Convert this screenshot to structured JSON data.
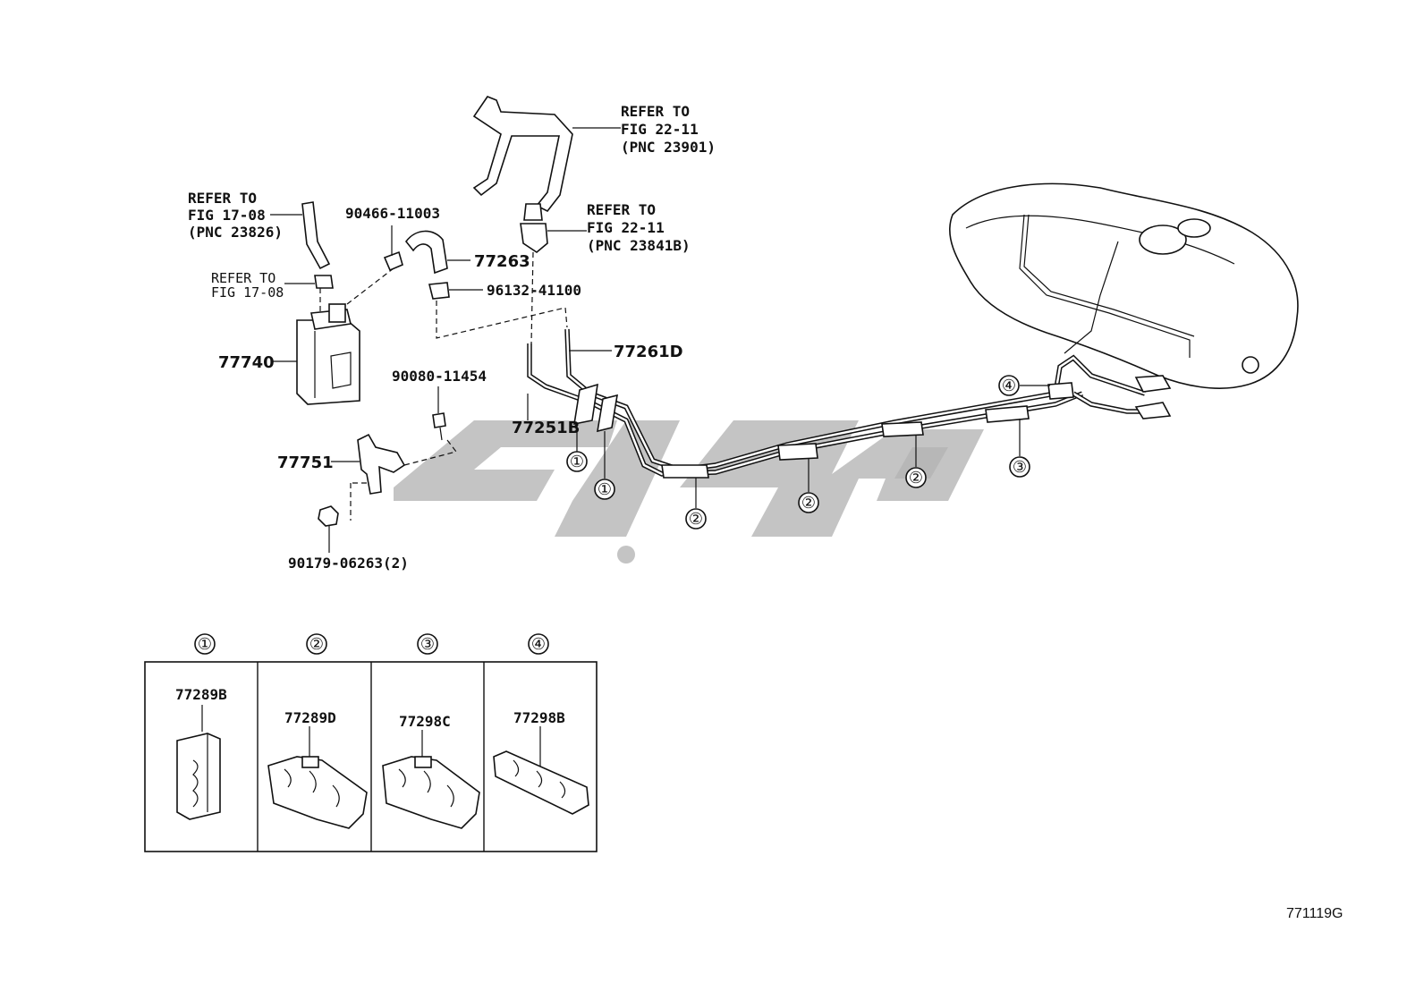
{
  "labels": {
    "ref_fig_22_11_a": [
      "REFER TO",
      "FIG 22-11",
      "(PNC 23901)"
    ],
    "ref_fig_22_11_b": [
      "REFER TO",
      "FIG 22-11",
      "(PNC 23841B)"
    ],
    "ref_fig_17_08_a": [
      "REFER TO",
      "FIG 17-08",
      "(PNC 23826)"
    ],
    "ref_fig_17_08_b": [
      "REFER TO",
      "FIG 17-08"
    ],
    "p_90466": "90466-11003",
    "p_77263": "77263",
    "p_96132": "96132-41100",
    "p_77740": "77740",
    "p_90080": "90080-11454",
    "p_77261D": "77261D",
    "p_77251B": "77251B",
    "p_77751": "77751",
    "p_90179": "90179-06263(2)"
  },
  "callouts": {
    "c1": "①",
    "c2": "②",
    "c3": "③",
    "c4": "④"
  },
  "legend": [
    {
      "marker": "①",
      "part": "77289B"
    },
    {
      "marker": "②",
      "part": "77289D"
    },
    {
      "marker": "③",
      "part": "77298C"
    },
    {
      "marker": "④",
      "part": "77298B"
    }
  ],
  "figure_code": "771119G",
  "watermark_color": "#b3b3b3"
}
